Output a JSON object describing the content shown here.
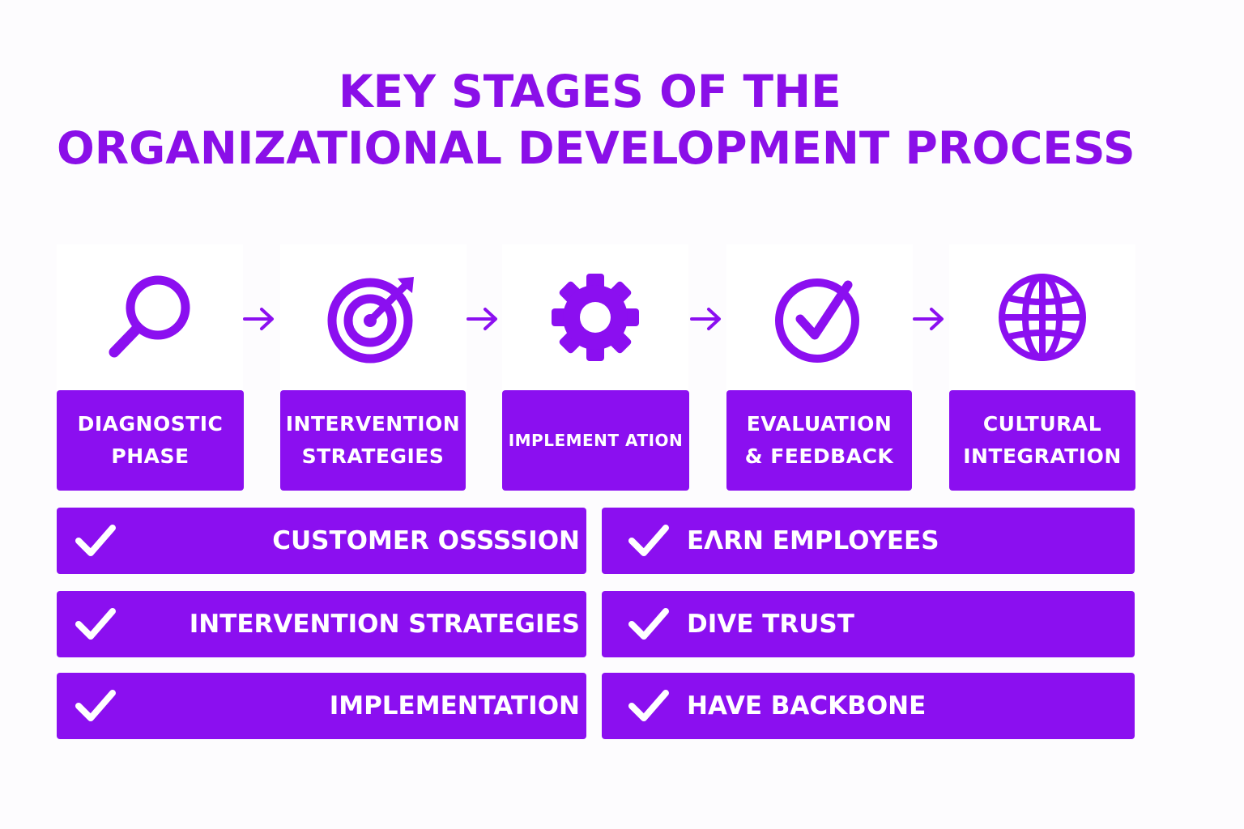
{
  "title": {
    "line1": "KEY STAGES OF THE",
    "line2": "ORGANIZATIONAL DEVELOPMENT PROCESS"
  },
  "colors": {
    "accent": "#8b0ff0",
    "text_on_accent": "#ffffff",
    "background": "#fdfcfe"
  },
  "stages": [
    {
      "label": "DIAGNOSTIC\nPHASE",
      "icon": "magnifier-icon"
    },
    {
      "label": "INTERVENTION\nSTRATEGIES",
      "icon": "target-icon"
    },
    {
      "label": "IMPLEMENT ATION",
      "icon": "gear-icon"
    },
    {
      "label": "EVALUATION\n& FEEDBACK",
      "icon": "checkmark-circle-icon"
    },
    {
      "label": "CULTURAL\nINTEGRATION",
      "icon": "globe-icon"
    }
  ],
  "checklist_left": [
    {
      "label": "CUSTOMER OSSSSION"
    },
    {
      "label": "INTERVENTION STRATEGIES"
    },
    {
      "label": "IMPLEMENTATION"
    }
  ],
  "checklist_right": [
    {
      "label": "EɅRN EMPLOYEES"
    },
    {
      "label": "DIVE TRUST"
    },
    {
      "label": "HAVE BACKBONE"
    }
  ]
}
